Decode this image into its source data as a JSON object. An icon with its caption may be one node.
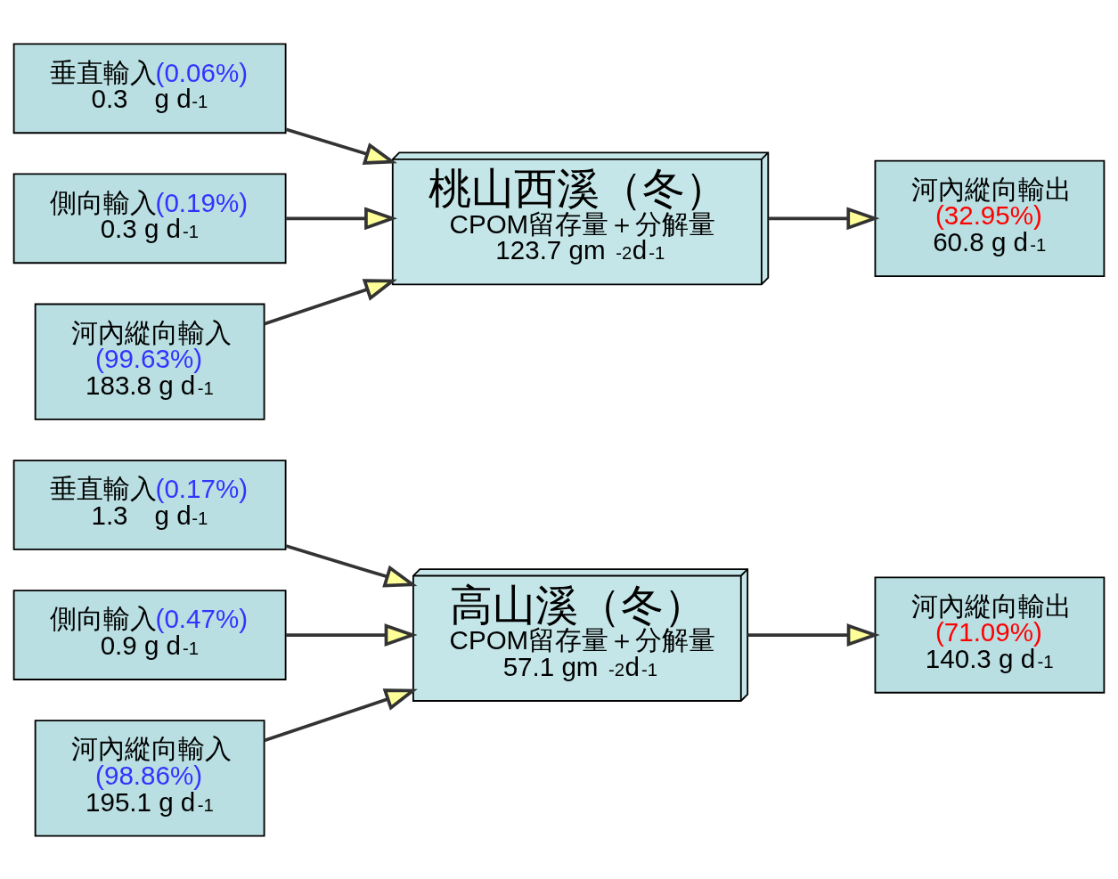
{
  "diagram": {
    "nodes": [
      {
        "text": [
          "垂直輸入(0.17%)",
          "1.3　g d$^{-1}$"
        ]
      },
      {
        "text": [
          "側向輸入(0.47%)",
          "0.9 g d$^{-1}$"
        ]
      },
      {
        "text": [
          "河內縱向輸入",
          "(98.86%)",
          "195.1 g d$^{-1}$"
        ]
      },
      {
        "text": [
          "高山溪（冬）",
          "CPOM留存量＋分解量",
          "57.1 gm $^{-2}$d$^{-1}$"
        ]
      },
      {
        "text": [
          "河內縱向輸出",
          "(71.09%)",
          "140.3 g d$^{-1}$"
        ]
      },
      {
        "text": [
          "垂直輸入(0.06%)",
          "0.3　g d$^{-1}$"
        ]
      },
      {
        "text": [
          "側向輸入(0.19%)",
          "0.3 g d$^{-1}$"
        ]
      },
      {
        "text": [
          "河內縱向輸入",
          "(99.63%)",
          "183.8 g d$^{-1}$"
        ]
      },
      {
        "text": [
          "桃山西溪（冬）",
          "CPOM留存量＋分解量",
          "123.7 gm $^{-2}$d$^{-1}$"
        ]
      },
      {
        "text": [
          "河內縱向輸出",
          "(32.95%)",
          "60.8 g d$^{-1}$"
        ]
      }
    ],
    "edges": [
      {
        "from": 0,
        "to": 3,
        "arrow": "to"
      },
      {
        "from": 1,
        "to": 3,
        "arrow": "to"
      },
      {
        "from": 2,
        "to": 3,
        "arrow": "to"
      },
      {
        "from": 3,
        "to": 4,
        "arrow": "to"
      },
      {
        "from": 5,
        "to": 8,
        "arrow": "to"
      },
      {
        "from": 6,
        "to": 8,
        "arrow": "to"
      },
      {
        "from": 7,
        "to": 8,
        "arrow": "to"
      },
      {
        "from": 8,
        "to": 9,
        "arrow": "to"
      }
    ]
  }
}
